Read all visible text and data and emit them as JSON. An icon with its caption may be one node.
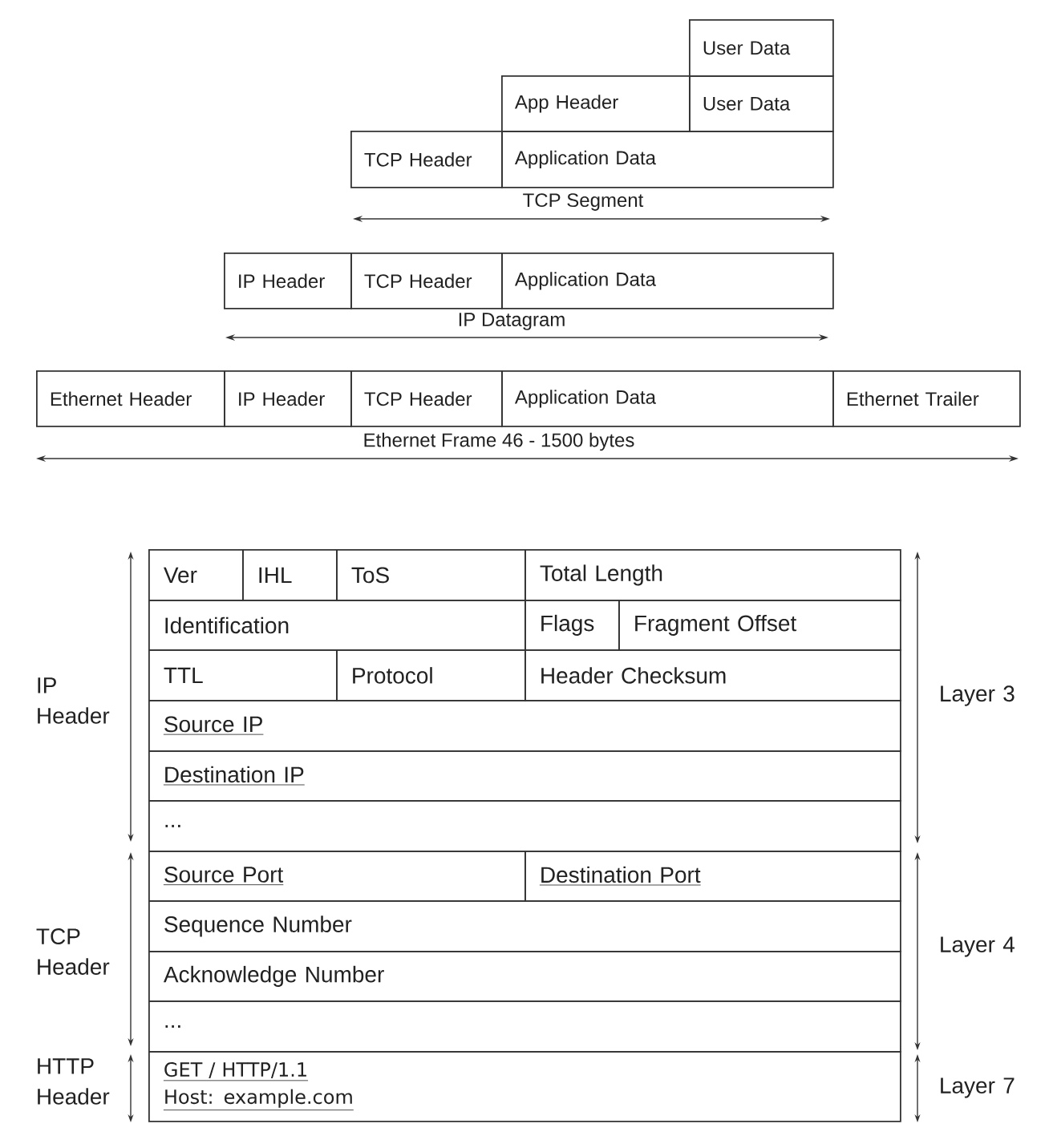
{
  "diagram": {
    "nodes": [
      {
        "text": [
          "User Data"
        ]
      },
      {
        "text": [
          "App Header"
        ]
      },
      {
        "text": [
          "User Data"
        ]
      },
      {
        "text": [
          "TCP Header"
        ]
      },
      {
        "text": [
          "Application Data"
        ]
      },
      {
        "text": [
          "IP Header"
        ]
      },
      {
        "text": [
          "TCP Header"
        ]
      },
      {
        "text": [
          "Application Data"
        ]
      },
      {
        "text": [
          "Ethernet Header"
        ]
      },
      {
        "text": [
          "IP Header"
        ]
      },
      {
        "text": [
          "TCP Header"
        ]
      },
      {
        "text": [
          "Application Data"
        ]
      },
      {
        "text": [
          "Ethernet Trailer"
        ]
      },
      {
        "text": [
          "Ver"
        ]
      },
      {
        "text": [
          "IHL"
        ]
      },
      {
        "text": [
          "ToS"
        ]
      },
      {
        "text": [
          "Total Length"
        ]
      },
      {
        "text": [
          "Identification"
        ]
      },
      {
        "text": [
          "Flags"
        ]
      },
      {
        "text": [
          "Fragment Offset"
        ]
      },
      {
        "text": [
          "TTL"
        ]
      },
      {
        "text": [
          "Protocol"
        ]
      },
      {
        "text": [
          "Header Checksum"
        ]
      },
      {
        "text": [
          "Source IP"
        ]
      },
      {
        "text": [
          "Destination IP"
        ]
      },
      {
        "text": [
          "..."
        ]
      },
      {
        "text": [
          "Source Port"
        ]
      },
      {
        "text": [
          "Destination Port"
        ]
      },
      {
        "text": [
          "Sequence Number"
        ]
      },
      {
        "text": [
          "Acknowledge Number"
        ]
      },
      {
        "text": [
          "..."
        ]
      },
      {
        "text": [
          "GET / HTTP/1.1",
          "Host: example.com"
        ]
      }
    ],
    "labels": [
      "TCP Segment",
      "IP Datagram",
      "Ethernet Frame 46 - 1500 bytes",
      "IP Header",
      "Layer 3",
      "TCP Header",
      "Layer 4",
      "HTTP Header",
      "Layer 7"
    ]
  }
}
